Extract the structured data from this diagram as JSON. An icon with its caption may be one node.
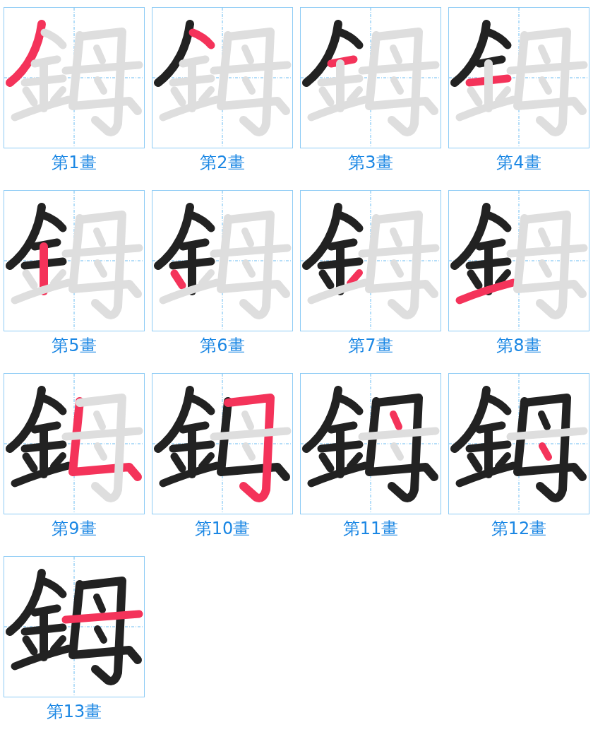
{
  "diagram": {
    "labels": [
      "第1畫",
      "第2畫",
      "第3畫",
      "第4畫",
      "第5畫",
      "第6畫",
      "第7畫",
      "第8畫",
      "第9畫",
      "第10畫",
      "第11畫",
      "第12畫",
      "第13畫"
    ]
  }
}
